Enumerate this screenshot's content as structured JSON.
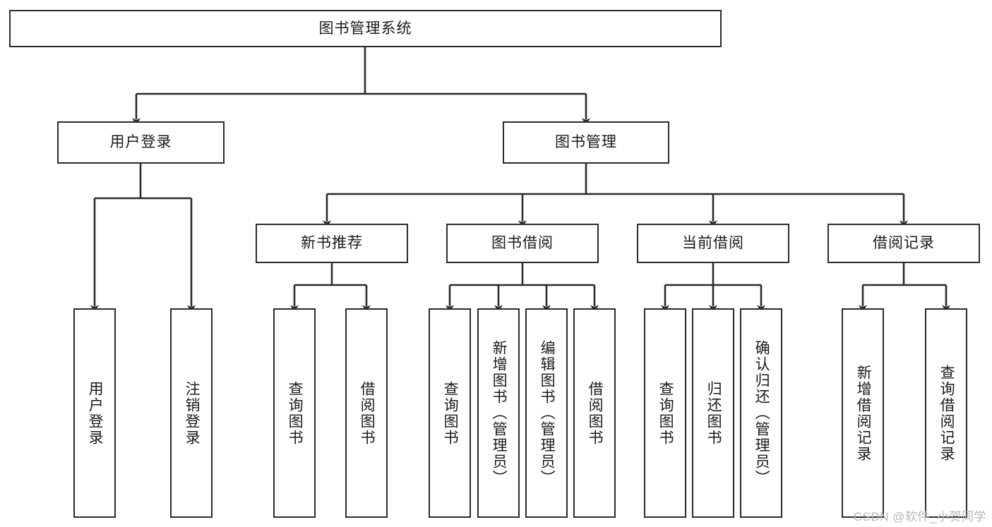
{
  "diagram": {
    "type": "tree",
    "title": "图书管理系统",
    "orientation": "top-down",
    "root": {
      "label": "图书管理系统"
    },
    "level2": [
      {
        "label": "用户登录"
      },
      {
        "label": "图书管理"
      }
    ],
    "level3": [
      {
        "label": "新书推荐"
      },
      {
        "label": "图书借阅"
      },
      {
        "label": "当前借阅"
      },
      {
        "label": "借阅记录"
      }
    ],
    "leaves": {
      "user_login": [
        {
          "label": "用户登录"
        },
        {
          "label": "注销登录"
        }
      ],
      "new_book_recommend": [
        {
          "label": "查询图书"
        },
        {
          "label": "借阅图书"
        }
      ],
      "book_borrow": [
        {
          "label": "查询图书"
        },
        {
          "label": "新增图书（管理员）"
        },
        {
          "label": "编辑图书（管理员）"
        },
        {
          "label": "借阅图书"
        }
      ],
      "current_borrow": [
        {
          "label": "查询图书"
        },
        {
          "label": "归还图书"
        },
        {
          "label": "确认归还（管理员）"
        }
      ],
      "borrow_record": [
        {
          "label": "新增借阅记录"
        },
        {
          "label": "查询借阅记录"
        }
      ]
    },
    "colors": {
      "box_border": "#2b2b2b",
      "box_fill": "#ffffff",
      "edge": "#2b2b2b",
      "text": "#1a1a1a",
      "watermark": "#b7b7b7"
    }
  },
  "watermark": {
    "text": "CSDN @软件_小贺同学"
  }
}
